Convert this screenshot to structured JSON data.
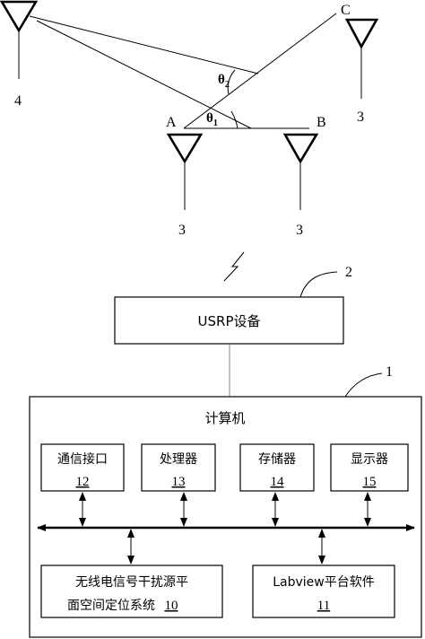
{
  "labels": {
    "antenna_4": "4",
    "point_c": "C",
    "antenna_c_num": "3",
    "point_a": "A",
    "point_b": "B",
    "theta1": "θ",
    "theta1_sub": "1",
    "theta2": "θ",
    "theta2_sub": "2",
    "antenna_a_num": "3",
    "antenna_b_num": "3"
  },
  "usrp": {
    "title": "USRP设备",
    "ref": "2"
  },
  "computer": {
    "title": "计算机",
    "ref": "1",
    "modules": [
      {
        "name": "通信接口",
        "num": "12"
      },
      {
        "name": "处理器",
        "num": "13"
      },
      {
        "name": "存储器",
        "num": "14"
      },
      {
        "name": "显示器",
        "num": "15"
      }
    ],
    "system": {
      "line1": "无线电信号干扰源平",
      "line2": "面空间定位系统",
      "num": "10"
    },
    "software": {
      "name": "Labview平台软件",
      "num": "11"
    }
  }
}
